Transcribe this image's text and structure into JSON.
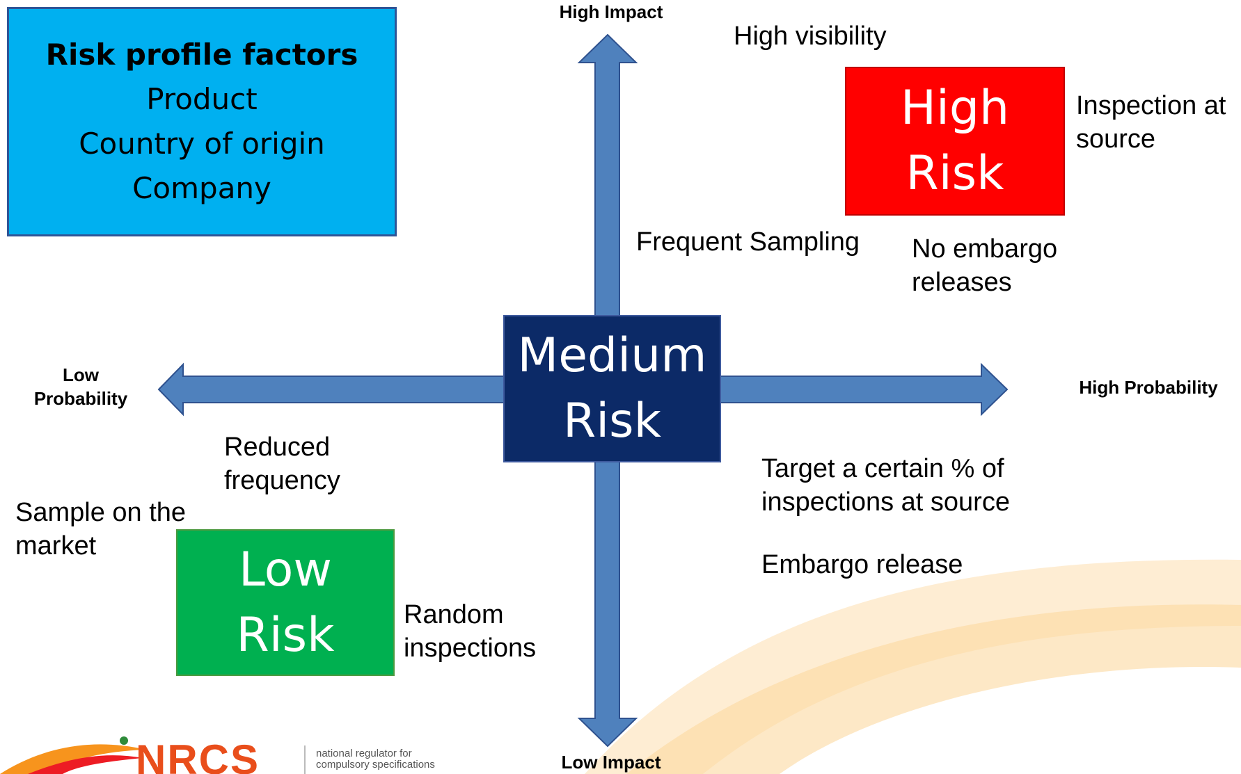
{
  "axes": {
    "top": "High Impact",
    "bottom": "Low Impact",
    "left": "Low\nProbability",
    "right": "High Probability"
  },
  "factors": {
    "title": "Risk profile factors",
    "items": [
      "Product",
      "Country of origin",
      "Company"
    ]
  },
  "risk_boxes": {
    "high": [
      "High",
      "Risk"
    ],
    "medium": [
      "Medium",
      "Risk"
    ],
    "low": [
      "Low",
      "Risk"
    ]
  },
  "notes": {
    "high_visibility": "High visibility",
    "inspection_at_source": "Inspection at\nsource",
    "frequent_sampling": "Frequent Sampling",
    "no_embargo": "No embargo\nreleases",
    "target_percent": "Target a certain % of\ninspections at source",
    "embargo_release": "Embargo release",
    "reduced_frequency": "Reduced\nfrequency",
    "sample_market": "Sample on the\nmarket",
    "random_inspections": "Random\ninspections"
  },
  "logo": {
    "name": "NRCS",
    "tagline": "national regulator for\ncompulsory specifications"
  },
  "colors": {
    "arrow": "#4f81bd",
    "arrow_border": "#2f528f",
    "factors_box": "#00b0f0",
    "high_risk": "#ff0000",
    "medium_risk": "#0c2a67",
    "low_risk": "#00b050",
    "swoosh": "#fbd9a0"
  }
}
